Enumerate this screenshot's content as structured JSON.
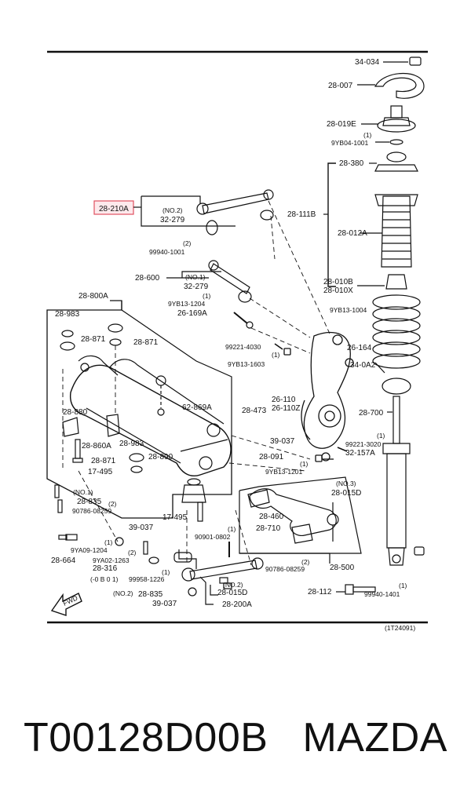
{
  "diagram": {
    "ref_code": "(1T24091)",
    "highlight_color": "#e05060",
    "labels": {
      "p34034": "34-034",
      "p28007": "28-007",
      "p28019e": "28-019E",
      "q1a": "(1)",
      "p9yb04": "9YB04-1001",
      "p28380": "28-380",
      "p28210a": "28-210A",
      "no2a": "(NO.2)",
      "p32279a": "32-279",
      "p28111b": "28-111B",
      "q2a": "(2)",
      "p99940a": "99940-1001",
      "p28012a": "28-012A",
      "p28600": "28-600",
      "no1a": "(NO.1)",
      "p32279b": "32-279",
      "p28010b": "28-010B",
      "p28010x": "28-010X",
      "p28800a": "28-800A",
      "q1b": "(1)",
      "p9yb13a": "9YB13-1204",
      "p9yb13b": "9YB13-1004",
      "p26169a": "26-169A",
      "p28983a": "28-983",
      "p28871a": "28-871",
      "p28871b": "28-871",
      "p99221a": "99221-4030",
      "p26164": "26-164",
      "q1c": "(1)",
      "p9yb13c": "9YB13-1603",
      "p340a2": "34-0A2",
      "p26110": "26-110",
      "p26110z": "26-110Z",
      "p62869a": "62-869A",
      "p28473": "28-473",
      "p28880": "28-880",
      "p28700": "28-700",
      "p39037a": "39-037",
      "q1d": "(1)",
      "p99221b": "99221-3020",
      "p28860a": "28-860A",
      "p28983b": "28-983",
      "p32157a": "32-157A",
      "p28091": "28-091",
      "p28871c": "28-871",
      "p28890": "28-890",
      "q1e": "(1)",
      "p9yb13d": "9YB13-1201",
      "p17495a": "17-495",
      "no1b": "(NO.1)",
      "p28835a": "28-835",
      "q2b": "(2)",
      "p90786a": "90786-08259",
      "no3": "(NO.3)",
      "p28015d": "28-015D",
      "p28460": "28-460",
      "p17495b": "17-495",
      "p39037b": "39-037",
      "p28710": "28-710",
      "q1f": "(1)",
      "p90901": "90901-0802",
      "q1g": "(1)",
      "p9ya09": "9YA09-1204",
      "q2c": "(2)",
      "p28664": "28-664",
      "p9ya02": "9YA02-1263",
      "p28316": "28-316",
      "q2d": "(2)",
      "p90786b": "90786-08259",
      "p28500": "28-500",
      "q1h": "(1)",
      "p99958": "99958-1226",
      "fwd_note": "(-0 B 0 1)",
      "no2b": "(NO.2)",
      "p28835b": "28-835",
      "no2c": "(NO.2)",
      "p28015d2": "28-015D",
      "p28112": "28-112",
      "q1i": "(1)",
      "p99940b": "99940-1401",
      "p39037c": "39-037",
      "p28200a": "28-200A",
      "fwd": "FWD"
    }
  },
  "caption": {
    "part_number": "T00128D00B",
    "brand": "MAZDA"
  }
}
